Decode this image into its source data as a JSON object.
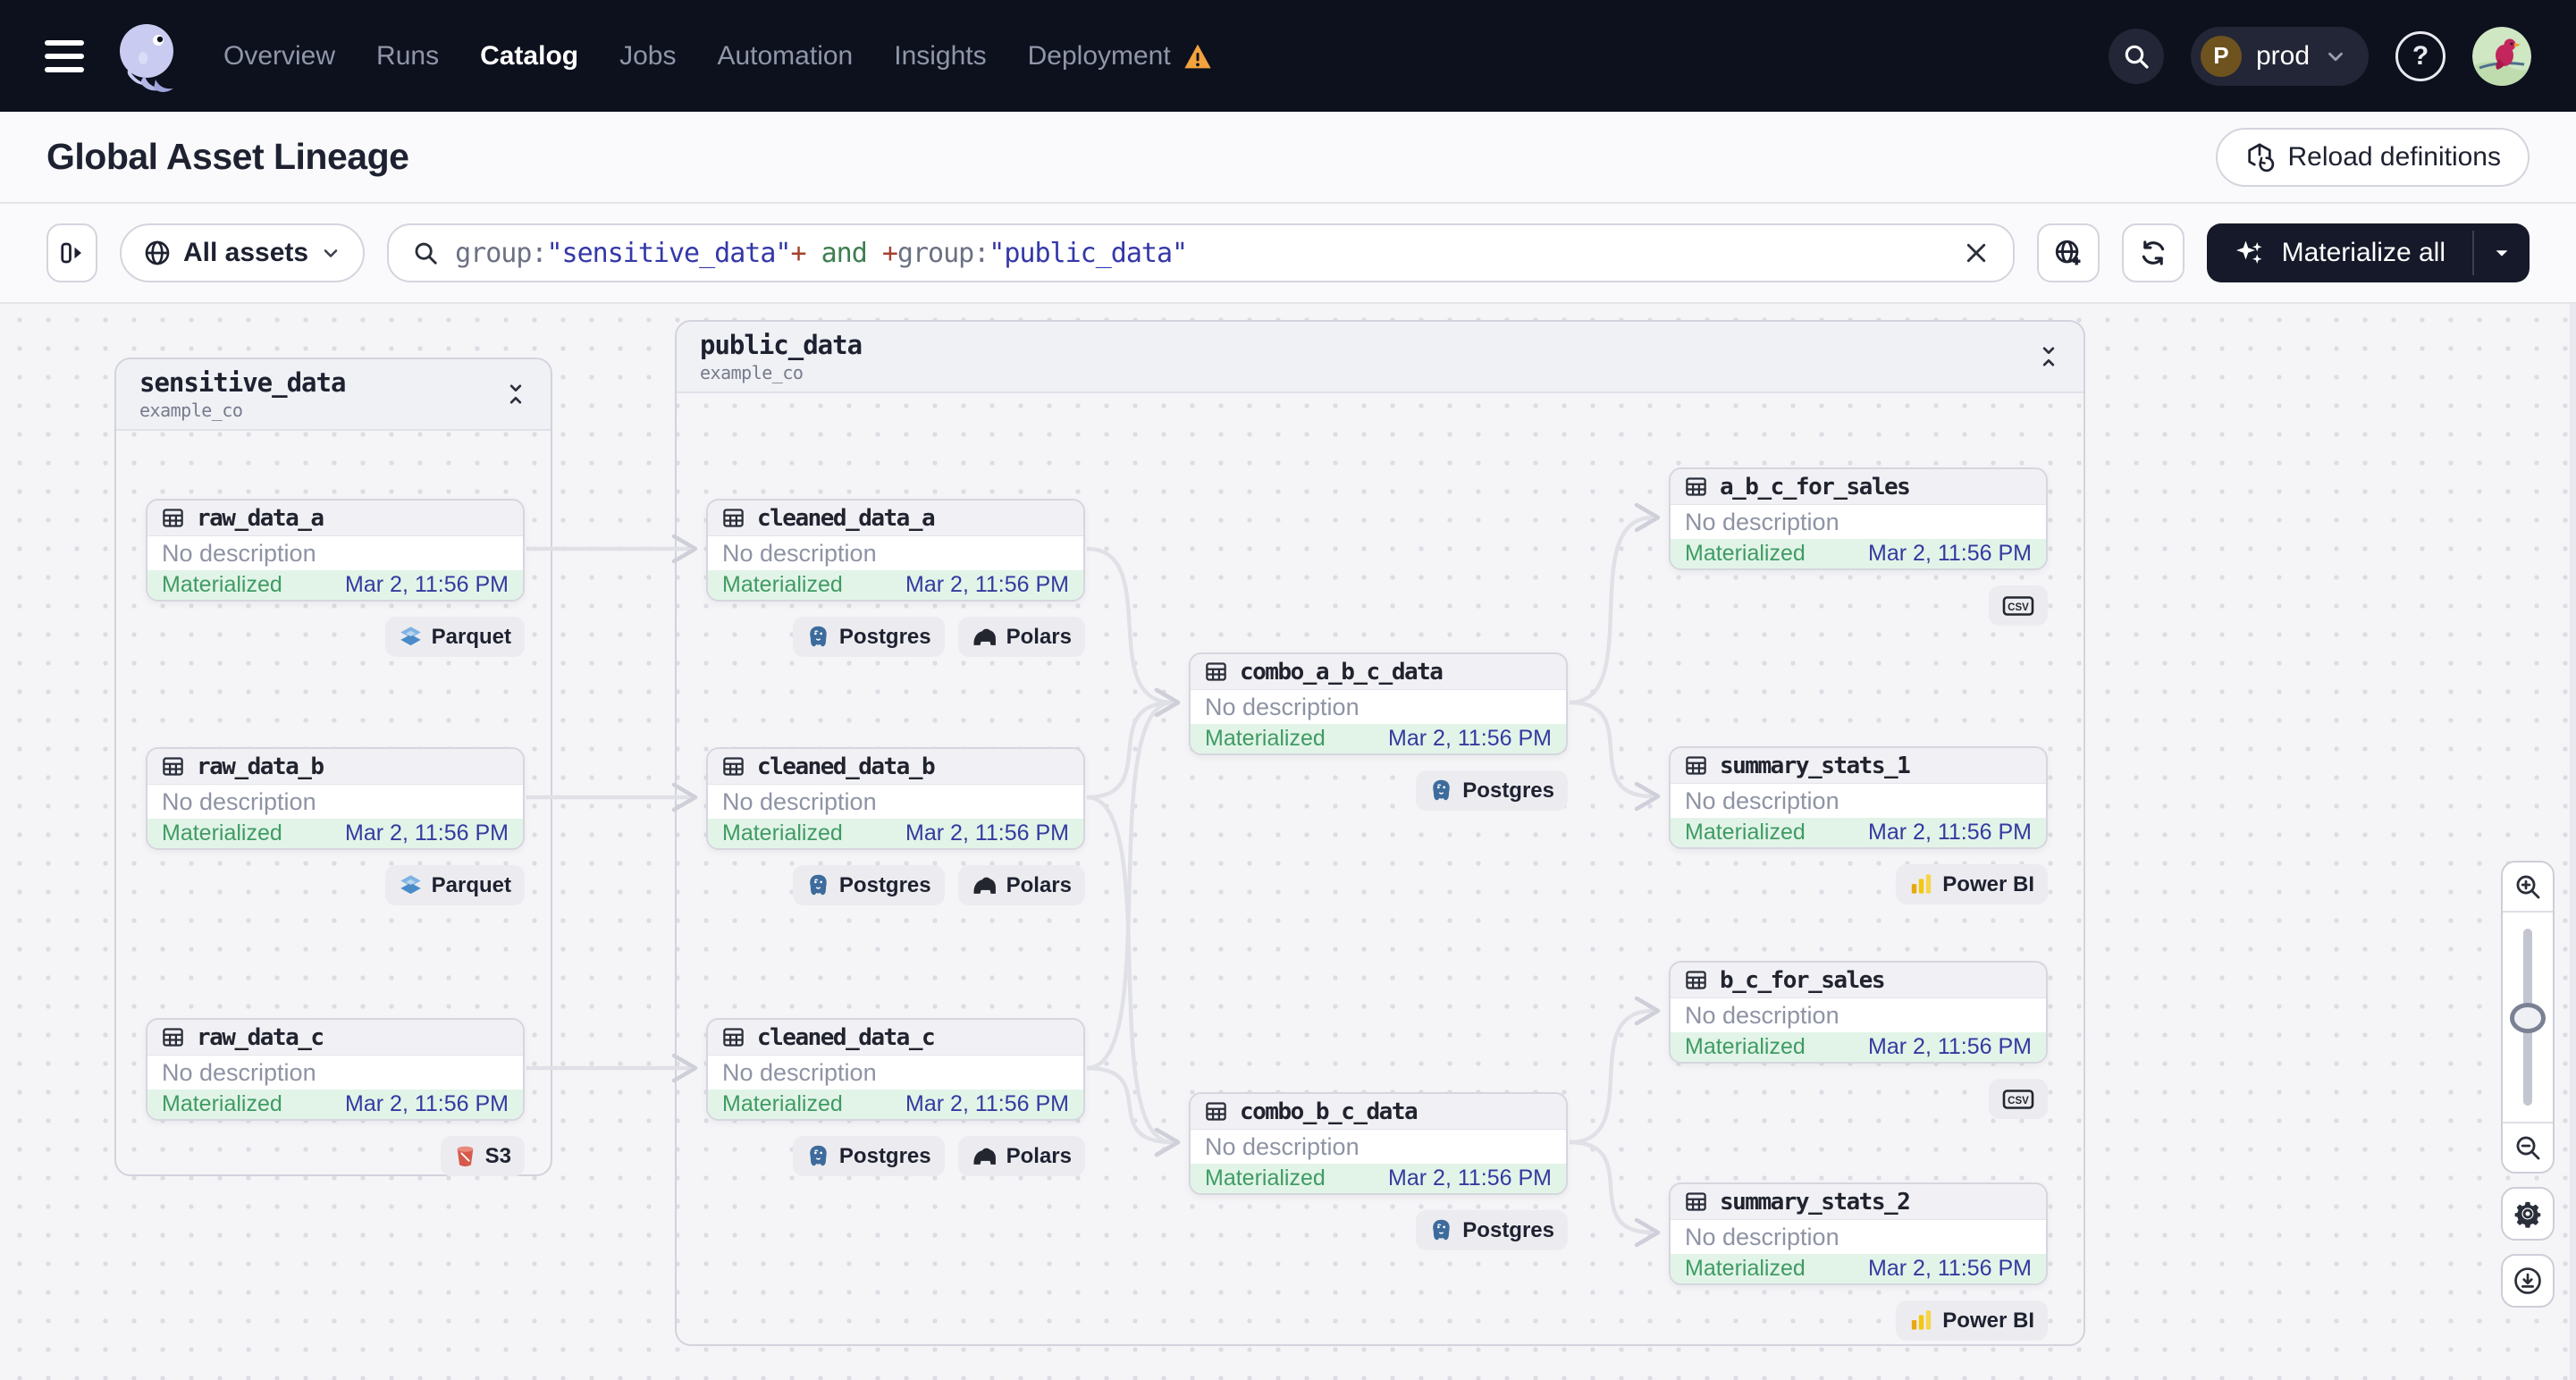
{
  "navbar": {
    "items": [
      {
        "label": "Overview",
        "active": false,
        "warning": false
      },
      {
        "label": "Runs",
        "active": false,
        "warning": false
      },
      {
        "label": "Catalog",
        "active": true,
        "warning": false
      },
      {
        "label": "Jobs",
        "active": false,
        "warning": false
      },
      {
        "label": "Automation",
        "active": false,
        "warning": false
      },
      {
        "label": "Insights",
        "active": false,
        "warning": false
      },
      {
        "label": "Deployment",
        "active": false,
        "warning": true
      }
    ],
    "deployment_switcher": {
      "initial": "P",
      "label": "prod"
    },
    "help_glyph": "?"
  },
  "header": {
    "title": "Global Asset Lineage",
    "reload_button": "Reload definitions"
  },
  "toolbar": {
    "scope_button": "All assets",
    "query_tokens": [
      {
        "text": "group:",
        "type": "key"
      },
      {
        "text": "\"sensitive_data\"",
        "type": "string"
      },
      {
        "text": "+",
        "type": "op"
      },
      {
        "text": " and ",
        "type": "bool"
      },
      {
        "text": "+",
        "type": "op"
      },
      {
        "text": "group:",
        "type": "key"
      },
      {
        "text": "\"public_data\"",
        "type": "string"
      }
    ],
    "materialize_button": "Materialize all"
  },
  "graph": {
    "groups": [
      {
        "id": "sensitive_data",
        "name": "sensitive_data",
        "repo": "example_co"
      },
      {
        "id": "public_data",
        "name": "public_data",
        "repo": "example_co"
      }
    ],
    "nodes": [
      {
        "id": "raw_data_a",
        "name": "raw_data_a",
        "description": "No description",
        "status": "Materialized",
        "timestamp": "Mar 2, 11:56 PM",
        "badges": [
          {
            "icon": "parquet-icon",
            "label": "Parquet"
          }
        ]
      },
      {
        "id": "raw_data_b",
        "name": "raw_data_b",
        "description": "No description",
        "status": "Materialized",
        "timestamp": "Mar 2, 11:56 PM",
        "badges": [
          {
            "icon": "parquet-icon",
            "label": "Parquet"
          }
        ]
      },
      {
        "id": "raw_data_c",
        "name": "raw_data_c",
        "description": "No description",
        "status": "Materialized",
        "timestamp": "Mar 2, 11:56 PM",
        "badges": [
          {
            "icon": "s3-icon",
            "label": "S3"
          }
        ]
      },
      {
        "id": "cleaned_data_a",
        "name": "cleaned_data_a",
        "description": "No description",
        "status": "Materialized",
        "timestamp": "Mar 2, 11:56 PM",
        "badges": [
          {
            "icon": "postgres-icon",
            "label": "Postgres"
          },
          {
            "icon": "polars-icon",
            "label": "Polars"
          }
        ]
      },
      {
        "id": "cleaned_data_b",
        "name": "cleaned_data_b",
        "description": "No description",
        "status": "Materialized",
        "timestamp": "Mar 2, 11:56 PM",
        "badges": [
          {
            "icon": "postgres-icon",
            "label": "Postgres"
          },
          {
            "icon": "polars-icon",
            "label": "Polars"
          }
        ]
      },
      {
        "id": "cleaned_data_c",
        "name": "cleaned_data_c",
        "description": "No description",
        "status": "Materialized",
        "timestamp": "Mar 2, 11:56 PM",
        "badges": [
          {
            "icon": "postgres-icon",
            "label": "Postgres"
          },
          {
            "icon": "polars-icon",
            "label": "Polars"
          }
        ]
      },
      {
        "id": "combo_a_b_c_data",
        "name": "combo_a_b_c_data",
        "description": "No description",
        "status": "Materialized",
        "timestamp": "Mar 2, 11:56 PM",
        "badges": [
          {
            "icon": "postgres-icon",
            "label": "Postgres"
          }
        ]
      },
      {
        "id": "combo_b_c_data",
        "name": "combo_b_c_data",
        "description": "No description",
        "status": "Materialized",
        "timestamp": "Mar 2, 11:56 PM",
        "badges": [
          {
            "icon": "postgres-icon",
            "label": "Postgres"
          }
        ]
      },
      {
        "id": "a_b_c_for_sales",
        "name": "a_b_c_for_sales",
        "description": "No description",
        "status": "Materialized",
        "timestamp": "Mar 2, 11:56 PM",
        "badges": [
          {
            "icon": "csv-icon",
            "label": ""
          }
        ]
      },
      {
        "id": "summary_stats_1",
        "name": "summary_stats_1",
        "description": "No description",
        "status": "Materialized",
        "timestamp": "Mar 2, 11:56 PM",
        "badges": [
          {
            "icon": "powerbi-icon",
            "label": "Power BI"
          }
        ]
      },
      {
        "id": "b_c_for_sales",
        "name": "b_c_for_sales",
        "description": "No description",
        "status": "Materialized",
        "timestamp": "Mar 2, 11:56 PM",
        "badges": [
          {
            "icon": "csv-icon",
            "label": ""
          }
        ]
      },
      {
        "id": "summary_stats_2",
        "name": "summary_stats_2",
        "description": "No description",
        "status": "Materialized",
        "timestamp": "Mar 2, 11:56 PM",
        "badges": [
          {
            "icon": "powerbi-icon",
            "label": "Power BI"
          }
        ]
      }
    ],
    "edges": [
      [
        "raw_data_a",
        "cleaned_data_a"
      ],
      [
        "raw_data_b",
        "cleaned_data_b"
      ],
      [
        "raw_data_c",
        "cleaned_data_c"
      ],
      [
        "cleaned_data_a",
        "combo_a_b_c_data"
      ],
      [
        "cleaned_data_b",
        "combo_a_b_c_data"
      ],
      [
        "cleaned_data_c",
        "combo_a_b_c_data"
      ],
      [
        "cleaned_data_b",
        "combo_b_c_data"
      ],
      [
        "cleaned_data_c",
        "combo_b_c_data"
      ],
      [
        "combo_a_b_c_data",
        "a_b_c_for_sales"
      ],
      [
        "combo_a_b_c_data",
        "summary_stats_1"
      ],
      [
        "combo_b_c_data",
        "b_c_for_sales"
      ],
      [
        "combo_b_c_data",
        "summary_stats_2"
      ]
    ]
  },
  "colors": {
    "status_green": "#3f9b63",
    "timestamp_blue": "#343aa0",
    "warning_orange": "#f2a33c",
    "edge_gray": "#e0e0e7"
  }
}
